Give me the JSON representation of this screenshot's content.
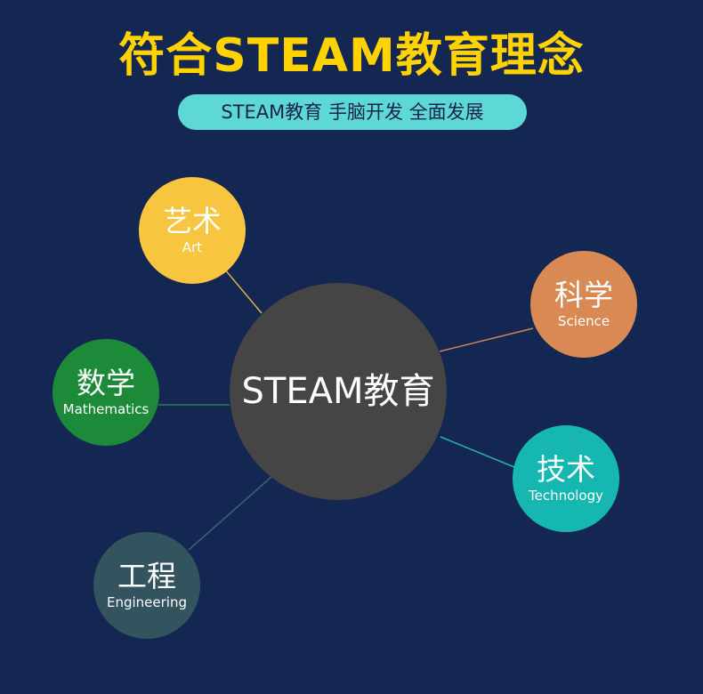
{
  "header": {
    "title": "符合STEAM教育理念",
    "subtitle": "STEAM教育 手脑开发 全面发展"
  },
  "diagram": {
    "center": {
      "label": "STEAM教育",
      "color": "#454545"
    },
    "nodes": [
      {
        "id": "art",
        "cn": "艺术",
        "en": "Art",
        "color": "#f7c53f",
        "link_color": "#d8b64a"
      },
      {
        "id": "science",
        "cn": "科学",
        "en": "Science",
        "color": "#d98a54",
        "link_color": "#c98658"
      },
      {
        "id": "mathematics",
        "cn": "数学",
        "en": "Mathematics",
        "color": "#1d8a3a",
        "link_color": "#2d7d52"
      },
      {
        "id": "technology",
        "cn": "技术",
        "en": "Technology",
        "color": "#16b7b0",
        "link_color": "#2ab0ad"
      },
      {
        "id": "engineering",
        "cn": "工程",
        "en": "Engineering",
        "color": "#33535e",
        "link_color": "#3d6275"
      }
    ]
  },
  "colors": {
    "background": "#142752",
    "title": "#ffd200",
    "pill": "#5ed8d6",
    "pill_text": "#17234a"
  }
}
